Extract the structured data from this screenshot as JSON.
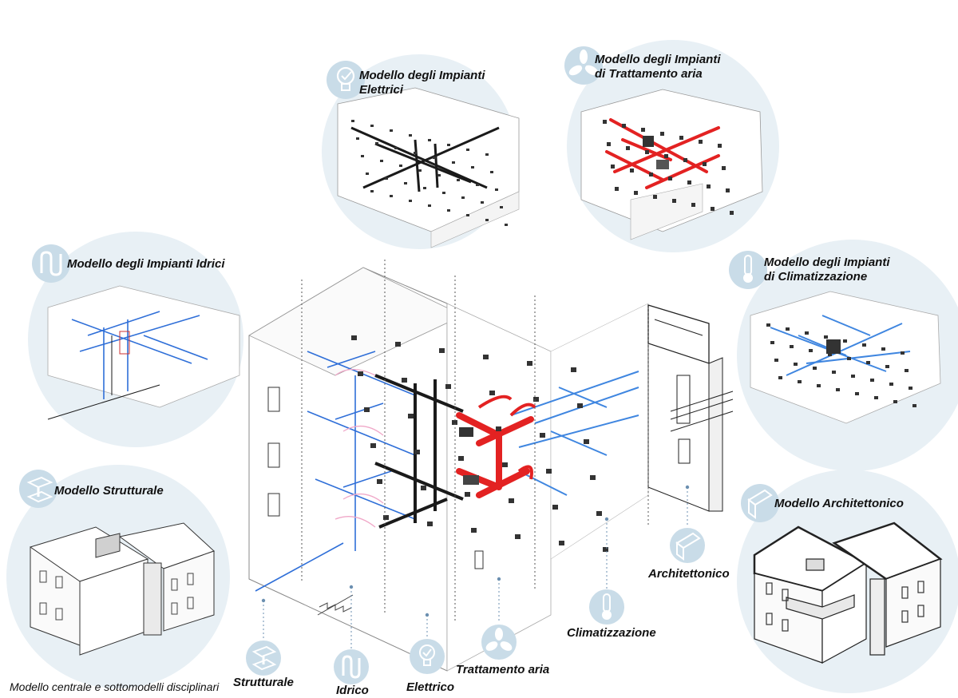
{
  "caption": "Modello centrale e sottomodelli disciplinari",
  "submodels": {
    "elettrici": {
      "line1": "Modello degli Impianti",
      "line2": "Elettrici"
    },
    "trattamento_aria": {
      "line1": "Modello degli Impianti",
      "line2": "di Trattamento aria"
    },
    "idrici": {
      "line1": "Modello degli Impianti Idrici"
    },
    "climatizzazione": {
      "line1": "Modello degli Impianti",
      "line2": "di Climatizzazione"
    },
    "strutturale": {
      "line1": "Modello Strutturale"
    },
    "architettonico": {
      "line1": "Modello Architettonico"
    }
  },
  "disciplines": {
    "strutturale": "Strutturale",
    "idrico": "Idrico",
    "elettrico": "Elettrico",
    "trattamento_aria": "Trattamento aria",
    "climatizzazione": "Climatizzazione",
    "architettonico": "Architettonico"
  },
  "colors": {
    "bubble": "#e8f0f5",
    "icon_fill": "#c9dce8",
    "duct_red": "#e32222",
    "water_blue": "#2f6fd8",
    "hvac_blue": "#3f86e0",
    "electric_black": "#1a1a1a",
    "line_gray": "#555555"
  },
  "icons": [
    "lightbulb-icon",
    "fan-icon",
    "pipe-icon",
    "thermometer-icon",
    "beam-icon",
    "panel-icon"
  ]
}
